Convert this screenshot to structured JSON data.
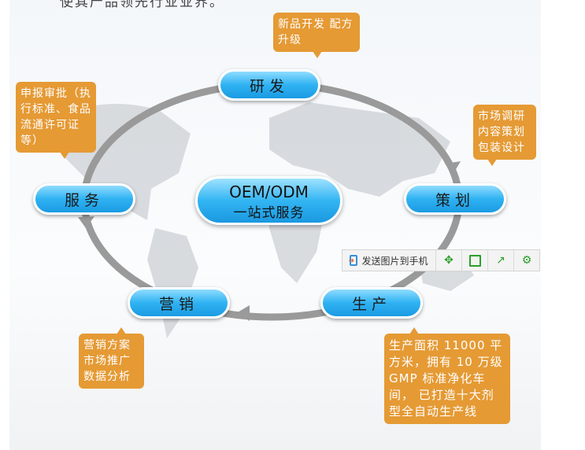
{
  "top_text": "使其产品领先行业业界。",
  "diagram": {
    "center": {
      "line1": "OEM/ODM",
      "line2": "一站式服务"
    },
    "stages": [
      {
        "id": "rd",
        "label": "研发"
      },
      {
        "id": "plan",
        "label": "策划"
      },
      {
        "id": "produce",
        "label": "生产"
      },
      {
        "id": "market",
        "label": "营销"
      },
      {
        "id": "service",
        "label": "服务"
      }
    ],
    "callouts": {
      "rd": "新品开发 配方升级",
      "service": "申报审批（执行标准、食品流通许可证等）",
      "plan": "市场调研 内容策划 包装设计",
      "market": "营销方案 市场推广 数据分析",
      "produce": "生产面积 11000 平方米，拥有 10 万级 GMP 标准净化车间， 已打造十大剂型全自动生产线"
    },
    "colors": {
      "pill": "#2fb2f2",
      "callout": "#e59a34",
      "ring": "#9a9a9a"
    }
  },
  "toolbar": {
    "send_label": "发送图片到手机",
    "icons": [
      "expand-icon",
      "save-icon",
      "share-icon",
      "settings-icon"
    ]
  }
}
